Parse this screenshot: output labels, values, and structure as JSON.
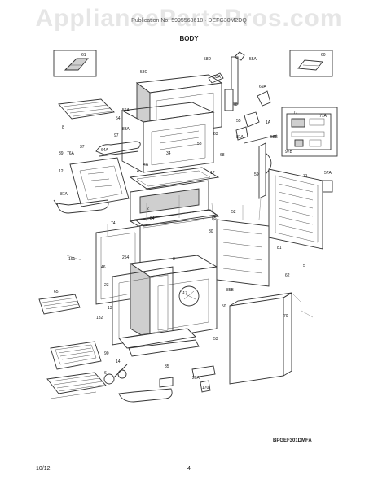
{
  "watermark": "AppliancePartsPros.com",
  "header_text": "Publication No: 5995568618 · DEFG30M2DQ",
  "diagram_title": "BODY",
  "diagram_code": "BPGEF301DMFA",
  "footer": {
    "date": "10/12",
    "page_number": "4"
  },
  "callouts": [
    {
      "id": "c61",
      "label": "61"
    },
    {
      "id": "c60",
      "label": "60"
    },
    {
      "id": "c58C",
      "label": "58C"
    },
    {
      "id": "c58D",
      "label": "58D"
    },
    {
      "id": "c55A",
      "label": "55A"
    },
    {
      "id": "c53A",
      "label": "53A"
    },
    {
      "id": "c69A",
      "label": "69A"
    },
    {
      "id": "c56A",
      "label": "56A"
    },
    {
      "id": "c54",
      "label": "54"
    },
    {
      "id": "c83A",
      "label": "83A"
    },
    {
      "id": "c97",
      "label": "97"
    },
    {
      "id": "c8",
      "label": "8"
    },
    {
      "id": "c63",
      "label": "63"
    },
    {
      "id": "c78",
      "label": "78"
    },
    {
      "id": "c77",
      "label": "77"
    },
    {
      "id": "c77A",
      "label": "77A"
    },
    {
      "id": "c55",
      "label": "55"
    },
    {
      "id": "c81A",
      "label": "81A"
    },
    {
      "id": "c58B",
      "label": "58B"
    },
    {
      "id": "c97B",
      "label": "97B"
    },
    {
      "id": "c1A",
      "label": "1A"
    },
    {
      "id": "c37",
      "label": "37"
    },
    {
      "id": "c76A",
      "label": "76A"
    },
    {
      "id": "c64A",
      "label": "64A"
    },
    {
      "id": "c58",
      "label": "58"
    },
    {
      "id": "c34",
      "label": "34"
    },
    {
      "id": "c39",
      "label": "39"
    },
    {
      "id": "c12",
      "label": "12"
    },
    {
      "id": "c68",
      "label": "68"
    },
    {
      "id": "c17",
      "label": "17"
    },
    {
      "id": "c87A",
      "label": "87A"
    },
    {
      "id": "c84",
      "label": "84"
    },
    {
      "id": "c85",
      "label": "85"
    },
    {
      "id": "c59",
      "label": "59"
    },
    {
      "id": "c71",
      "label": "71"
    },
    {
      "id": "c57A",
      "label": "57A"
    },
    {
      "id": "c52",
      "label": "52"
    },
    {
      "id": "c2",
      "label": "2"
    },
    {
      "id": "c74",
      "label": "74"
    },
    {
      "id": "c81",
      "label": "81"
    },
    {
      "id": "c5",
      "label": "5"
    },
    {
      "id": "c191",
      "label": "191"
    },
    {
      "id": "c46",
      "label": "46"
    },
    {
      "id": "c23",
      "label": "23"
    },
    {
      "id": "c62",
      "label": "62"
    },
    {
      "id": "c65",
      "label": "65"
    },
    {
      "id": "c117",
      "label": "117"
    },
    {
      "id": "c13",
      "label": "13"
    },
    {
      "id": "c70",
      "label": "70"
    },
    {
      "id": "c182",
      "label": "182"
    },
    {
      "id": "c14",
      "label": "14"
    },
    {
      "id": "c90",
      "label": "90"
    },
    {
      "id": "c6",
      "label": "6"
    },
    {
      "id": "c29A",
      "label": "29A"
    },
    {
      "id": "c170",
      "label": "170"
    },
    {
      "id": "c53",
      "label": "53"
    },
    {
      "id": "c50",
      "label": "50"
    },
    {
      "id": "c4",
      "label": "4"
    },
    {
      "id": "c4A",
      "label": "4A"
    },
    {
      "id": "c80",
      "label": "80"
    },
    {
      "id": "c85B",
      "label": "85B"
    },
    {
      "id": "c3",
      "label": "3"
    },
    {
      "id": "c35",
      "label": "35"
    },
    {
      "id": "c254",
      "label": "254"
    }
  ]
}
